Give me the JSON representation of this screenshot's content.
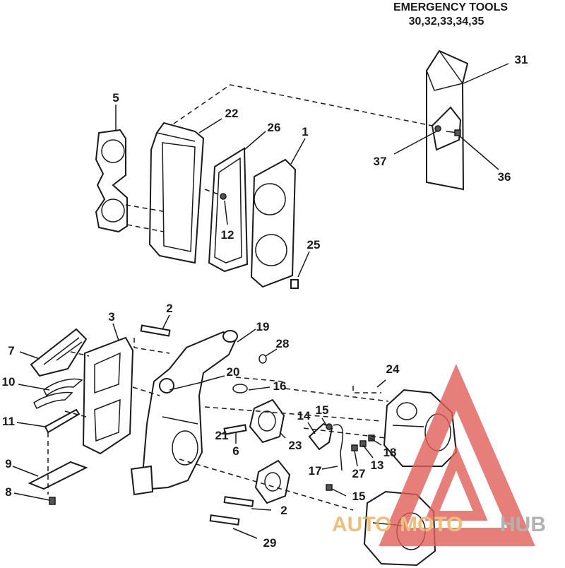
{
  "header": {
    "line1": "EMERGENCY TOOLS",
    "line2": "30,32,33,34,35"
  },
  "callouts": {
    "c31": "31",
    "c37": "37",
    "c36": "36",
    "c5": "5",
    "c22": "22",
    "c26": "26",
    "c1": "1",
    "c12": "12",
    "c25": "25",
    "c2a": "2",
    "c3": "3",
    "c19": "19",
    "c28": "28",
    "c7": "7",
    "c20": "20",
    "c16": "16",
    "c24": "24",
    "c10": "10",
    "c14": "14",
    "c15a": "15",
    "c11": "11",
    "c21": "21",
    "c23": "23",
    "c18": "18",
    "c6": "6",
    "c13": "13",
    "c27": "27",
    "c9": "9",
    "c17": "17",
    "c15b": "15",
    "c8": "8",
    "c2b": "2",
    "c29": "29"
  },
  "watermark": {
    "text_a": "AUTO",
    "text_b": "MOTO",
    "text_c": "HUB",
    "color_red": "#e0605a",
    "color_gold": "#e8b060",
    "color_gray": "#a0a0a0"
  }
}
